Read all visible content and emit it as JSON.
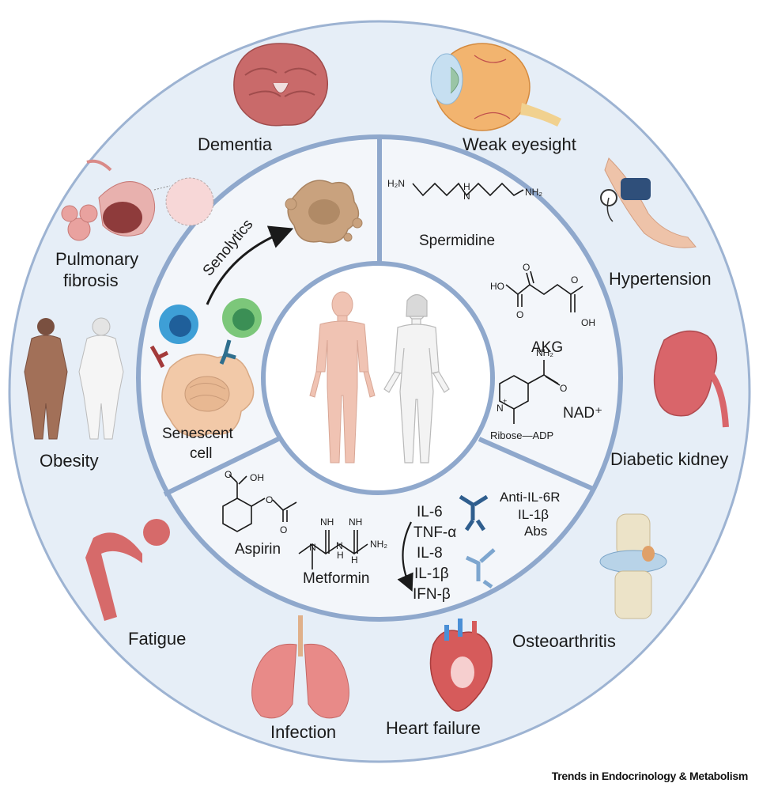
{
  "outer_ring": {
    "dementia": "Dementia",
    "weak_eyesight": "Weak eyesight",
    "pulmonary_fibrosis_line1": "Pulmonary",
    "pulmonary_fibrosis_line2": "fibrosis",
    "hypertension": "Hypertension",
    "obesity": "Obesity",
    "diabetic_kidney": "Diabetic kidney",
    "fatigue": "Fatigue",
    "osteoarthritis": "Osteoarthritis",
    "infection": "Infection",
    "heart_failure": "Heart failure"
  },
  "senolytics": {
    "arrow_label": "Senolytics",
    "cell_line1": "Senescent",
    "cell_line2": "cell"
  },
  "supplements": {
    "spermidine": "Spermidine",
    "spermidine_h2n": "H₂N",
    "spermidine_h": "H",
    "spermidine_n": "N",
    "spermidine_nh2": "NH₂",
    "akg": "AKG",
    "akg_ho": "HO",
    "akg_oh": "OH",
    "akg_o1": "O",
    "akg_o2": "O",
    "akg_o3": "O",
    "nad": "NAD⁺",
    "nad_nh2": "NH₂",
    "nad_o": "O",
    "nad_n": "N",
    "nad_plus": "+",
    "nad_ribose": "Ribose—ADP"
  },
  "anti_inflammatory": {
    "aspirin": "Aspirin",
    "aspirin_oh": "OH",
    "aspirin_o1": "O",
    "aspirin_o2": "O",
    "aspirin_o3": "O",
    "metformin": "Metformin",
    "metformin_nh1": "NH",
    "metformin_nh2": "NH",
    "metformin_n": "N",
    "metformin_h1": "H",
    "metformin_h2": "H",
    "metformin_nh2_end": "NH₂",
    "metformin_n2": "N",
    "cytokines": [
      "IL-6",
      "TNF-α",
      "IL-8",
      "IL-1β",
      "IFN-β"
    ],
    "abs_line1": "Anti-IL-6R",
    "abs_line2": "IL-1β",
    "abs_line3": "Abs"
  },
  "footer": "Trends in Endocrinology & Metabolism",
  "colors": {
    "outer_fill": "#e6eef7",
    "ring_stroke": "#8fa8cc",
    "inner_fill": "#f0f4f9",
    "body_fill": "#f0c3b3",
    "body_female": "#f2f2f2",
    "brain": "#c96a6a",
    "lung": "#e88a88",
    "arrow": "#1a1a1a",
    "antibody_blue": "#2f5e8e",
    "antibody_light": "#7da6cf"
  }
}
